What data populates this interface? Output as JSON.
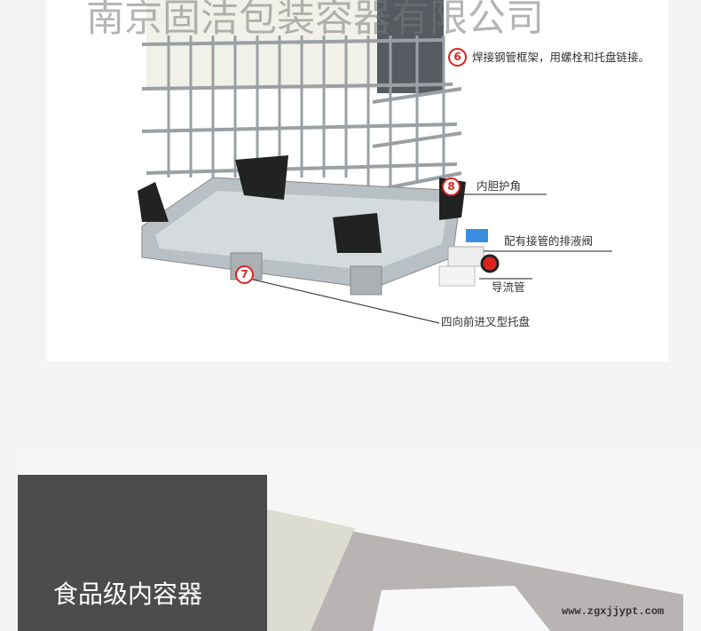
{
  "watermark": "南京固洁包装容器有限公司",
  "callouts": [
    {
      "number": "6",
      "text": "焊接钢管框架，用螺栓和托盘链接。"
    },
    {
      "number": "8",
      "text": "内胆护角"
    },
    {
      "number": "",
      "text": "配有接管的排液阀"
    },
    {
      "number": "",
      "text": "导流管"
    },
    {
      "number": "7",
      "text": "四向前进叉型托盘"
    }
  ],
  "section": {
    "title": "食品级内容器",
    "url_watermark": "www.zgxjjypt.com"
  },
  "colors": {
    "callout_red": "#dd2222",
    "valve_blue": "#3a8ee0",
    "panel_dark": "#4c4c4c"
  }
}
